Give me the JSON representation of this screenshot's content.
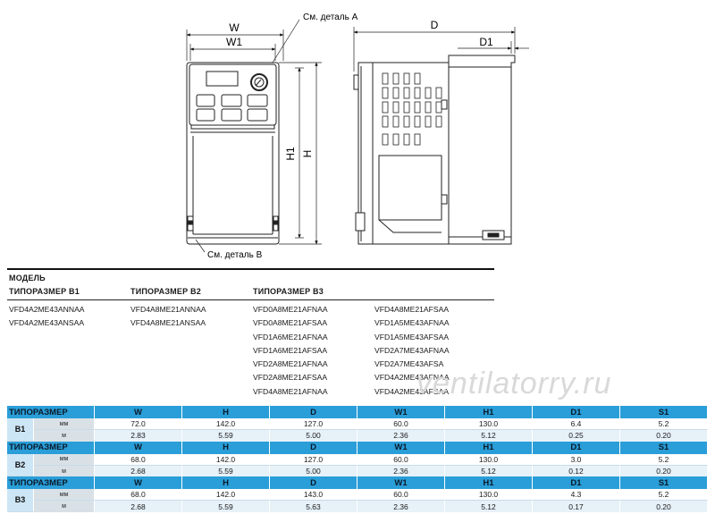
{
  "drawing": {
    "labels": {
      "W": "W",
      "W1": "W1",
      "D": "D",
      "D1": "D1",
      "H": "H",
      "H1": "H1",
      "detail_a": "См. деталь A",
      "detail_b": "См. деталь B"
    }
  },
  "models": {
    "title": "МОДЕЛЬ",
    "headers": [
      "ТИПОРАЗМЕР B1",
      "ТИПОРАЗМЕР B2",
      "ТИПОРАЗМЕР B3"
    ],
    "b1": [
      "VFD4A2ME43ANNAA",
      "VFD4A2ME43ANSAA"
    ],
    "b2": [
      "VFD4A8ME21ANNAA",
      "VFD4A8ME21ANSAA"
    ],
    "b3_col1": [
      "VFD0A8ME21AFNAA",
      "VFD0A8ME21AFSAA",
      "VFD1A6ME21AFNAA",
      "VFD1A6ME21AFSAA",
      "VFD2A8ME21AFNAA",
      "VFD2A8ME21AFSAA",
      "VFD4A8ME21AFNAA"
    ],
    "b3_col2": [
      "VFD4A8ME21AFSAA",
      "VFD1A5ME43AFNAA",
      "VFD1A5ME43AFSAA",
      "VFD2A7ME43AFNAA",
      "VFD2A7ME43AFSA",
      "VFD4A2ME43AFNAA",
      "VFD4A2ME43AFSAA"
    ]
  },
  "watermark": "ventilatorry.ru",
  "table": {
    "header_label": "ТИПОРАЗМЕР",
    "columns": [
      "W",
      "H",
      "D",
      "W1",
      "H1",
      "D1",
      "S1"
    ],
    "groups": [
      {
        "size": "B1",
        "rows": [
          {
            "unit": "мм",
            "values": [
              "72.0",
              "142.0",
              "127.0",
              "60.0",
              "130.0",
              "6.4",
              "5.2"
            ]
          },
          {
            "unit": "м",
            "values": [
              "2.83",
              "5.59",
              "5.00",
              "2.36",
              "5.12",
              "0.25",
              "0.20"
            ]
          }
        ]
      },
      {
        "size": "B2",
        "rows": [
          {
            "unit": "мм",
            "values": [
              "68.0",
              "142.0",
              "127.0",
              "60.0",
              "130.0",
              "3.0",
              "5.2"
            ]
          },
          {
            "unit": "м",
            "values": [
              "2.68",
              "5.59",
              "5.00",
              "2.36",
              "5.12",
              "0.12",
              "0.20"
            ]
          }
        ]
      },
      {
        "size": "B3",
        "rows": [
          {
            "unit": "мм",
            "values": [
              "68.0",
              "142.0",
              "143.0",
              "60.0",
              "130.0",
              "4.3",
              "5.2"
            ]
          },
          {
            "unit": "м",
            "values": [
              "2.68",
              "5.59",
              "5.63",
              "2.36",
              "5.12",
              "0.17",
              "0.20"
            ]
          }
        ]
      }
    ]
  },
  "colors": {
    "header_blue": "#2a9ed8",
    "size_cell": "#cde6f5",
    "row_alt": "#e6f1f8"
  }
}
